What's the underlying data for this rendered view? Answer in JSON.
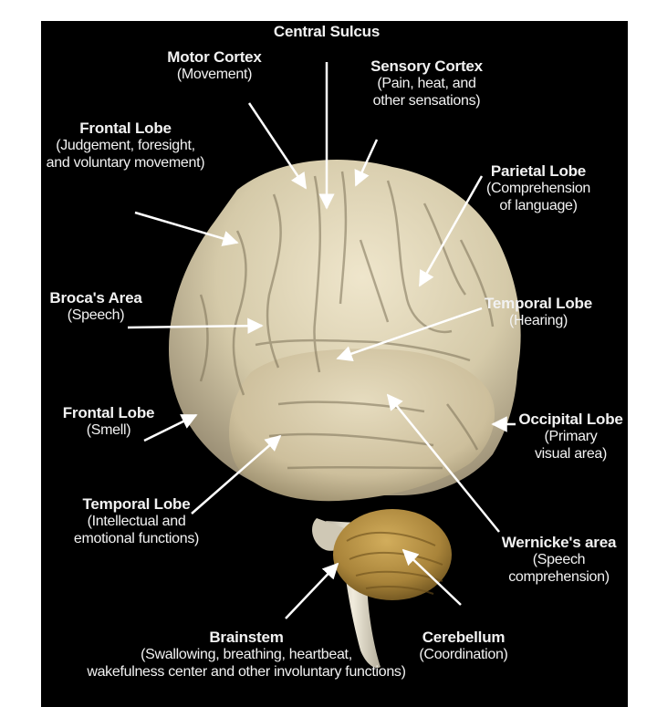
{
  "labels": {
    "central_sulcus": {
      "title": "Central Sulcus",
      "desc": ""
    },
    "motor_cortex": {
      "title": "Motor Cortex",
      "desc": "(Movement)"
    },
    "sensory_cortex": {
      "title": "Sensory Cortex",
      "desc": "(Pain, heat, and\nother sensations)"
    },
    "frontal_lobe_top": {
      "title": "Frontal Lobe",
      "desc": "(Judgement, foresight,\nand voluntary movement)"
    },
    "parietal_lobe": {
      "title": "Parietal Lobe",
      "desc": "(Comprehension\nof language)"
    },
    "brocas_area": {
      "title": "Broca's Area",
      "desc": "(Speech)"
    },
    "temporal_lobe_right": {
      "title": "Temporal Lobe",
      "desc": "(Hearing)"
    },
    "frontal_lobe_smell": {
      "title": "Frontal Lobe",
      "desc": "(Smell)"
    },
    "occipital_lobe": {
      "title": "Occipital Lobe",
      "desc": "(Primary\nvisual area)"
    },
    "temporal_lobe_left": {
      "title": "Temporal Lobe",
      "desc": "(Intellectual and\nemotional functions)"
    },
    "wernickes_area": {
      "title": "Wernicke's area",
      "desc": "(Speech\ncomprehension)"
    },
    "brainstem": {
      "title": "Brainstem",
      "desc": "(Swallowing, breathing, heartbeat,\nwakefulness center and other involuntary functions)"
    },
    "cerebellum": {
      "title": "Cerebellum",
      "desc": "(Coordination)"
    }
  },
  "colors": {
    "background": "#000000",
    "cerebrum": "#d8cdb0",
    "cerebrum_shadow": "#8c8068",
    "cerebellum": "#b08a3a",
    "brainstem": "#e6e0cf",
    "text": "#f2f2f2",
    "arrow": "#ffffff"
  }
}
